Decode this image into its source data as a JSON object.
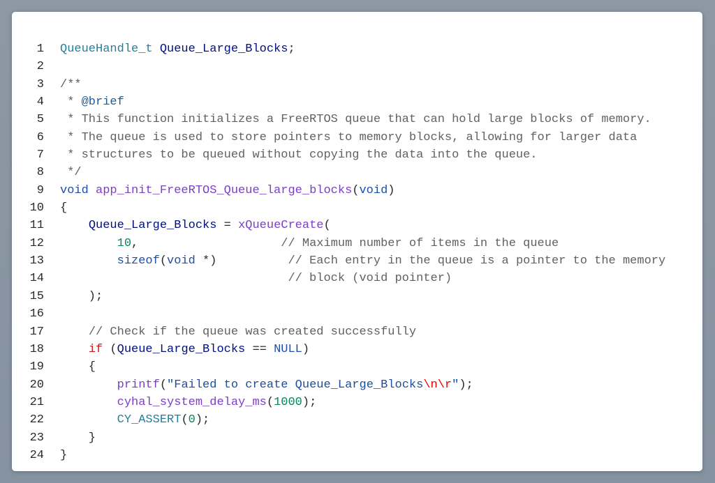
{
  "code_lines": [
    [
      [
        "type",
        "QueueHandle_t"
      ],
      [
        "pl",
        " "
      ],
      [
        "var",
        "Queue_Large_Blocks"
      ],
      [
        "pl",
        ";"
      ]
    ],
    [],
    [
      [
        "com",
        "/**"
      ]
    ],
    [
      [
        "com",
        " * "
      ],
      [
        "doc",
        "@brief"
      ]
    ],
    [
      [
        "com",
        " * This function initializes a FreeRTOS queue that can hold large blocks of memory."
      ]
    ],
    [
      [
        "com",
        " * The queue is used to store pointers to memory blocks, allowing for larger data"
      ]
    ],
    [
      [
        "com",
        " * structures to be queued without copying the data into the queue."
      ]
    ],
    [
      [
        "com",
        " */"
      ]
    ],
    [
      [
        "kw",
        "void"
      ],
      [
        "pl",
        " "
      ],
      [
        "fn",
        "app_init_FreeRTOS_Queue_large_blocks"
      ],
      [
        "pl",
        "("
      ],
      [
        "kw",
        "void"
      ],
      [
        "pl",
        ")"
      ]
    ],
    [
      [
        "pl",
        "{"
      ]
    ],
    [
      [
        "pl",
        "    "
      ],
      [
        "var",
        "Queue_Large_Blocks"
      ],
      [
        "pl",
        " = "
      ],
      [
        "fn",
        "xQueueCreate"
      ],
      [
        "pl",
        "("
      ]
    ],
    [
      [
        "pl",
        "        "
      ],
      [
        "num",
        "10"
      ],
      [
        "pl",
        ",                    "
      ],
      [
        "com",
        "// Maximum number of items in the queue"
      ]
    ],
    [
      [
        "pl",
        "        "
      ],
      [
        "kw",
        "sizeof"
      ],
      [
        "pl",
        "("
      ],
      [
        "kw",
        "void"
      ],
      [
        "pl",
        " *)          "
      ],
      [
        "com",
        "// Each entry in the queue is a pointer to the memory"
      ]
    ],
    [
      [
        "pl",
        "                                "
      ],
      [
        "com",
        "// block (void pointer)"
      ]
    ],
    [
      [
        "pl",
        "    );"
      ]
    ],
    [],
    [
      [
        "pl",
        "    "
      ],
      [
        "com",
        "// Check if the queue was created successfully"
      ]
    ],
    [
      [
        "pl",
        "    "
      ],
      [
        "ctl",
        "if"
      ],
      [
        "pl",
        " ("
      ],
      [
        "var",
        "Queue_Large_Blocks"
      ],
      [
        "pl",
        " == "
      ],
      [
        "kw",
        "NULL"
      ],
      [
        "pl",
        ")"
      ]
    ],
    [
      [
        "pl",
        "    {"
      ]
    ],
    [
      [
        "pl",
        "        "
      ],
      [
        "fn",
        "printf"
      ],
      [
        "pl",
        "("
      ],
      [
        "str",
        "\"Failed to create Queue_Large_Blocks"
      ],
      [
        "esc",
        "\\n\\r"
      ],
      [
        "str",
        "\""
      ],
      [
        "pl",
        ");"
      ]
    ],
    [
      [
        "pl",
        "        "
      ],
      [
        "fn",
        "cyhal_system_delay_ms"
      ],
      [
        "pl",
        "("
      ],
      [
        "num",
        "1000"
      ],
      [
        "pl",
        ");"
      ]
    ],
    [
      [
        "pl",
        "        "
      ],
      [
        "type",
        "CY_ASSERT"
      ],
      [
        "pl",
        "("
      ],
      [
        "num",
        "0"
      ],
      [
        "pl",
        ");"
      ]
    ],
    [
      [
        "pl",
        "    }"
      ]
    ],
    [
      [
        "pl",
        "}"
      ]
    ]
  ]
}
